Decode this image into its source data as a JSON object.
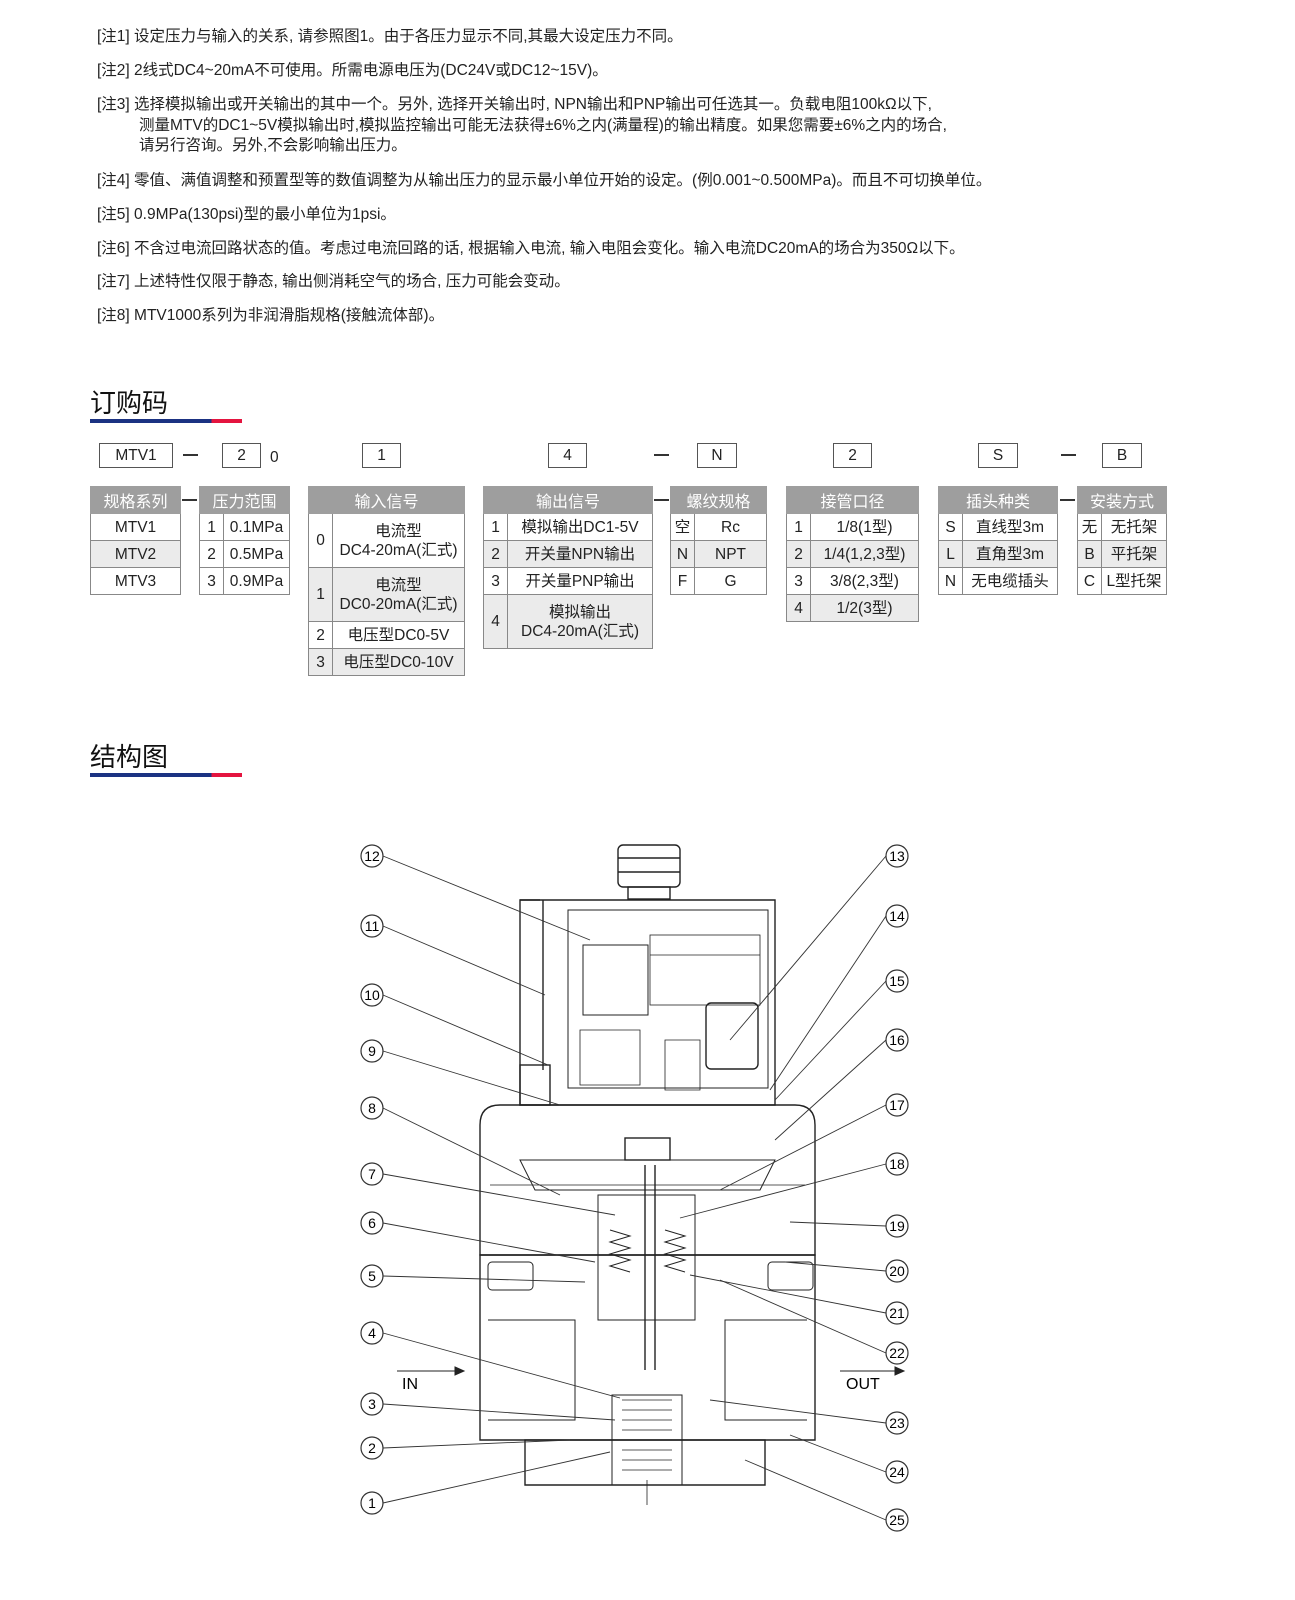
{
  "notes": [
    {
      "tag": "[注1]",
      "text": "设定压力与输入的关系, 请参照图1。由于各压力显示不同,其最大设定压力不同。"
    },
    {
      "tag": "[注2]",
      "text": "2线式DC4~20mA不可使用。所需电源电压为(DC24V或DC12~15V)。"
    },
    {
      "tag": "[注3]",
      "text": "选择模拟输出或开关输出的其中一个。另外, 选择开关输出时, NPN输出和PNP输出可任选其一。负载电阻100kΩ以下,",
      "cont": [
        "测量MTV的DC1~5V模拟输出时,模拟监控输出可能无法获得±6%之内(满量程)的输出精度。如果您需要±6%之内的场合,",
        "请另行咨询。另外,不会影响输出压力。"
      ]
    },
    {
      "tag": "[注4]",
      "text": "零值、满值调整和预置型等的数值调整为从输出压力的显示最小单位开始的设定。(例0.001~0.500MPa)。而且不可切换单位。"
    },
    {
      "tag": "[注5]",
      "text": "0.9MPa(130psi)型的最小单位为1psi。"
    },
    {
      "tag": "[注6]",
      "text": "不含过电流回路状态的值。考虑过电流回路的话, 根据输入电流, 输入电阻会变化。输入电流DC20mA的场合为350Ω以下。"
    },
    {
      "tag": "[注7]",
      "text": "上述特性仅限于静态, 输出侧消耗空气的场合, 压力可能会变动。"
    },
    {
      "tag": "[注8]",
      "text": "MTV1000系列为非润滑脂规格(接触流体部)。"
    }
  ],
  "order_title": "订购码",
  "structure_title": "结构图",
  "code": {
    "series": "MTV1",
    "pressure": "2",
    "zero": "0",
    "input": "1",
    "output": "4",
    "thread": "N",
    "port": "2",
    "plug": "S",
    "mount": "B"
  },
  "tables": [
    {
      "id": "series",
      "header": "规格系列",
      "rows": [
        {
          "label": "MTV1"
        },
        {
          "label": "MTV2"
        },
        {
          "label": "MTV3"
        }
      ]
    },
    {
      "id": "pressure",
      "header": "压力范围",
      "rows": [
        {
          "num": "1",
          "label": "0.1MPa"
        },
        {
          "num": "2",
          "label": "0.5MPa"
        },
        {
          "num": "3",
          "label": "0.9MPa"
        }
      ]
    },
    {
      "id": "input",
      "header": "输入信号",
      "rows": [
        {
          "num": "0",
          "label": "电流型",
          "label2": "DC4-20mA(汇式)"
        },
        {
          "num": "1",
          "label": "电流型",
          "label2": "DC0-20mA(汇式)"
        },
        {
          "num": "2",
          "label": "电压型DC0-5V"
        },
        {
          "num": "3",
          "label": "电压型DC0-10V"
        }
      ]
    },
    {
      "id": "output",
      "header": "输出信号",
      "rows": [
        {
          "num": "1",
          "label": "模拟输出DC1-5V"
        },
        {
          "num": "2",
          "label": "开关量NPN输出"
        },
        {
          "num": "3",
          "label": "开关量PNP输出"
        },
        {
          "num": "4",
          "label": "模拟输出",
          "label2": "DC4-20mA(汇式)"
        }
      ]
    },
    {
      "id": "thread",
      "header": "螺纹规格",
      "rows": [
        {
          "num": "空",
          "label": "Rc"
        },
        {
          "num": "N",
          "label": "NPT"
        },
        {
          "num": "F",
          "label": "G"
        }
      ]
    },
    {
      "id": "port",
      "header": "接管口径",
      "rows": [
        {
          "num": "1",
          "label": "1/8(1型)"
        },
        {
          "num": "2",
          "label": "1/4(1,2,3型)"
        },
        {
          "num": "3",
          "label": "3/8(2,3型)"
        },
        {
          "num": "4",
          "label": "1/2(3型)"
        }
      ]
    },
    {
      "id": "plug",
      "header": "插头种类",
      "rows": [
        {
          "num": "S",
          "label": "直线型3m"
        },
        {
          "num": "L",
          "label": "直角型3m"
        },
        {
          "num": "N",
          "label": "无电缆插头"
        }
      ]
    },
    {
      "id": "mount",
      "header": "安装方式",
      "rows": [
        {
          "num": "无",
          "label": "无托架"
        },
        {
          "num": "B",
          "label": "平托架"
        },
        {
          "num": "C",
          "label": "L型托架"
        }
      ]
    }
  ],
  "diagram": {
    "in_label": "IN",
    "out_label": "OUT",
    "left_callouts": [
      "12",
      "11",
      "10",
      "9",
      "8",
      "7",
      "6",
      "5",
      "4",
      "3",
      "2",
      "1"
    ],
    "right_callouts": [
      "13",
      "14",
      "15",
      "16",
      "17",
      "18",
      "19",
      "20",
      "21",
      "22",
      "23",
      "24",
      "25"
    ]
  }
}
